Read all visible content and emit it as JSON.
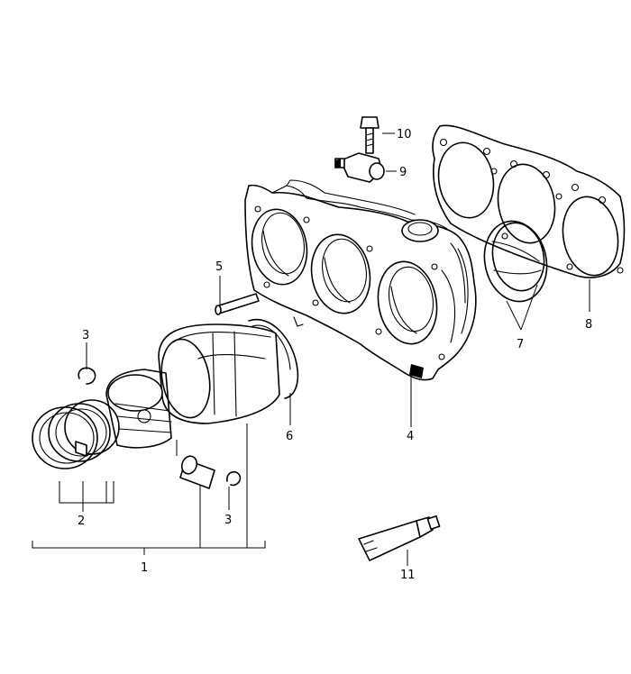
{
  "callouts": [
    {
      "id": "piston-assembly",
      "label": "1"
    },
    {
      "id": "piston-rings",
      "label": "2"
    },
    {
      "id": "circlip-top",
      "label": "3"
    },
    {
      "id": "circlip-bottom",
      "label": "3"
    },
    {
      "id": "crankcase",
      "label": "4"
    },
    {
      "id": "dowel-pin",
      "label": "5"
    },
    {
      "id": "cylinder-seal",
      "label": "6"
    },
    {
      "id": "cylinder-sealing-ring",
      "label": "7"
    },
    {
      "id": "cylinder-head-gasket",
      "label": "8"
    },
    {
      "id": "knock-sensor",
      "label": "9"
    },
    {
      "id": "sensor-bolt",
      "label": "10"
    },
    {
      "id": "sealant-tube",
      "label": "11"
    }
  ]
}
